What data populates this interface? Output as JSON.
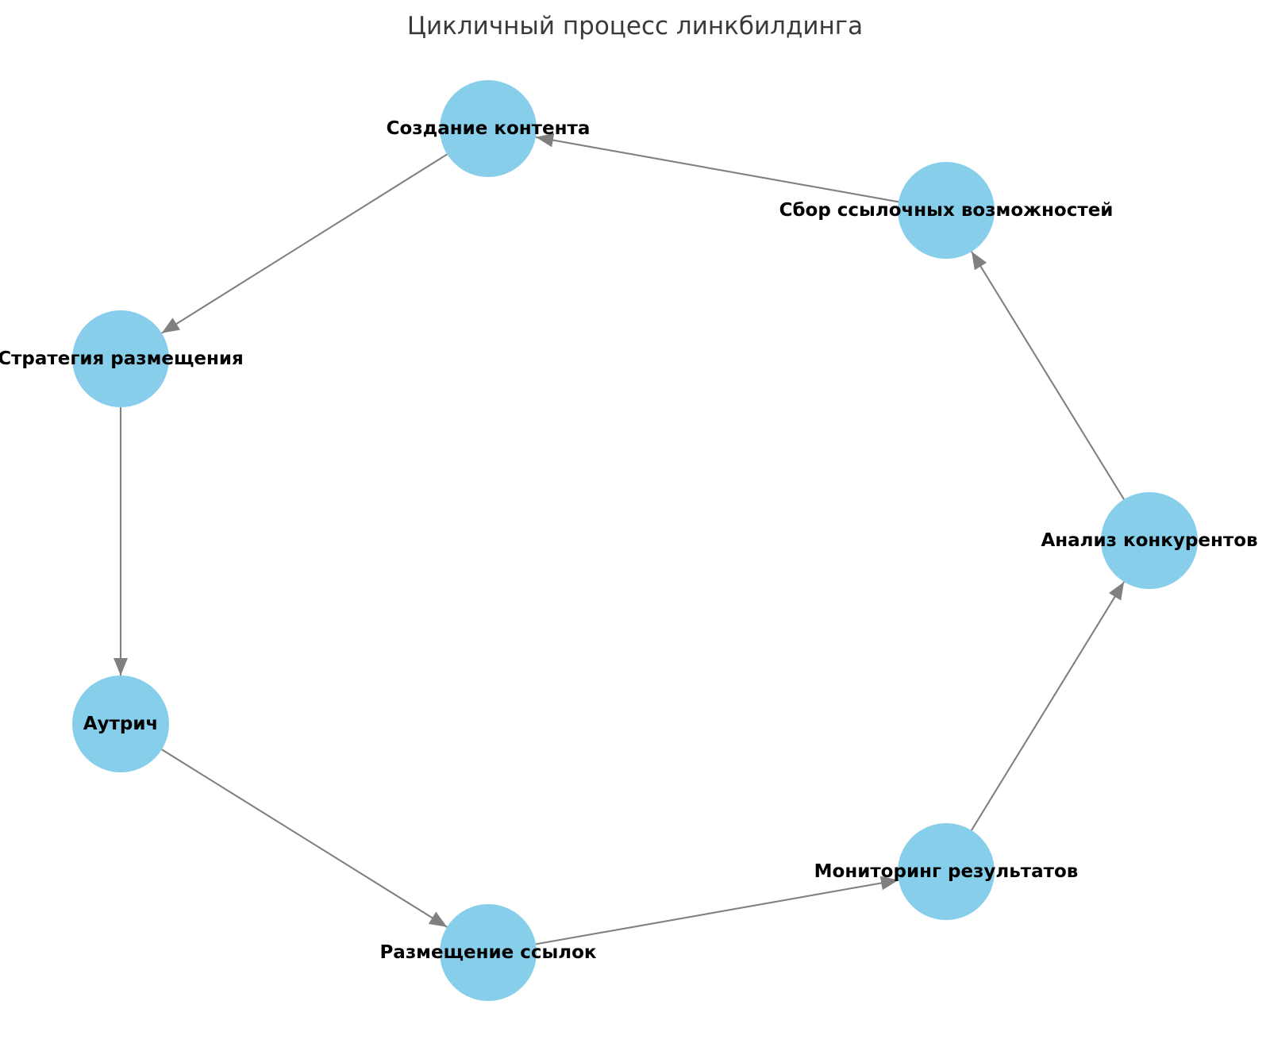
{
  "title": "Цикличный процесс линкбилдинга",
  "diagram": {
    "type": "directed-cycle-graph",
    "colors": {
      "node_fill": "#87CEEB",
      "edge": "#808080",
      "label": "#000000",
      "title": "#3a3a3a",
      "background": "#ffffff"
    },
    "nodes": [
      {
        "id": "content-creation",
        "label": "Создание контента"
      },
      {
        "id": "link-opportunities",
        "label": "Сбор ссылочных возможностей"
      },
      {
        "id": "competitor-analysis",
        "label": "Анализ конкурентов"
      },
      {
        "id": "results-monitoring",
        "label": "Мониторинг результатов"
      },
      {
        "id": "link-placement",
        "label": "Размещение ссылок"
      },
      {
        "id": "outreach",
        "label": "Аутрич"
      },
      {
        "id": "placement-strategy",
        "label": "Стратегия размещения"
      }
    ],
    "edges": [
      {
        "from": "content-creation",
        "to": "placement-strategy"
      },
      {
        "from": "placement-strategy",
        "to": "outreach"
      },
      {
        "from": "outreach",
        "to": "link-placement"
      },
      {
        "from": "link-placement",
        "to": "results-monitoring"
      },
      {
        "from": "results-monitoring",
        "to": "competitor-analysis"
      },
      {
        "from": "competitor-analysis",
        "to": "link-opportunities"
      },
      {
        "from": "link-opportunities",
        "to": "content-creation"
      }
    ]
  }
}
